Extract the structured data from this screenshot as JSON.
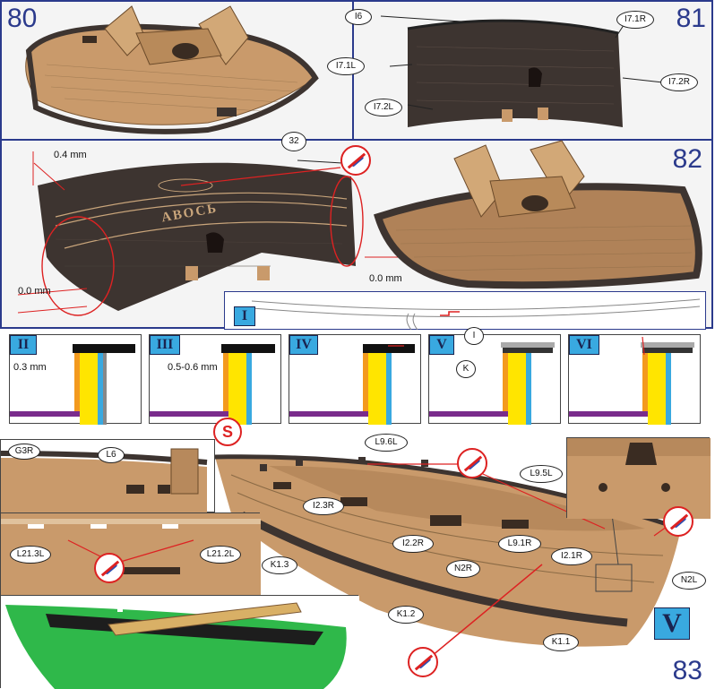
{
  "steps": {
    "s80": "80",
    "s81": "81",
    "s82": "82",
    "s83": "83"
  },
  "step81_callouts": [
    "I6",
    "I7.1R",
    "I7.1L",
    "I7.2R",
    "I7.2L"
  ],
  "step82": {
    "callout_32": "32",
    "dim_top": "0.4 mm",
    "dim_left": "0.0 mm",
    "dim_right": "0.0 mm",
    "stern_text": "АВОСЬ"
  },
  "detail_I_label": "I",
  "profiles": [
    {
      "label": "II",
      "dim": "0.3 mm"
    },
    {
      "label": "III",
      "dim": "0.5-0.6 mm"
    },
    {
      "label": "IV",
      "dim": ""
    },
    {
      "label": "V",
      "dim": ""
    },
    {
      "label": "VI",
      "dim": ""
    }
  ],
  "profile_callouts": {
    "I": "I",
    "K": "K",
    "S": "S"
  },
  "step83_callouts": {
    "G3R": "G3R",
    "L6": "L6",
    "L9.6L": "L9.6L",
    "L9.5L": "L9.5L",
    "I2.3R": "I2.3R",
    "L21.3L": "L21.3L",
    "L21.2L": "L21.2L",
    "I2.2R": "I2.2R",
    "L9.1R": "L9.1R",
    "I2.1R": "I2.1R",
    "K1.3": "K1.3",
    "N2R": "N2R",
    "N2L": "N2L",
    "K1.2": "K1.2",
    "K1.1": "K1.1"
  },
  "bigV": "V",
  "colors": {
    "frame": "#2b3a8c",
    "accent_blue": "#39a9e0",
    "red": "#dd2222",
    "wood_light": "#c99a6b",
    "wood_dark": "#3d3430",
    "green_hull": "#2fb84a",
    "profile_yellow": "#ffe500",
    "profile_orange": "#f39a1e",
    "profile_purple": "#7a2c8c"
  }
}
